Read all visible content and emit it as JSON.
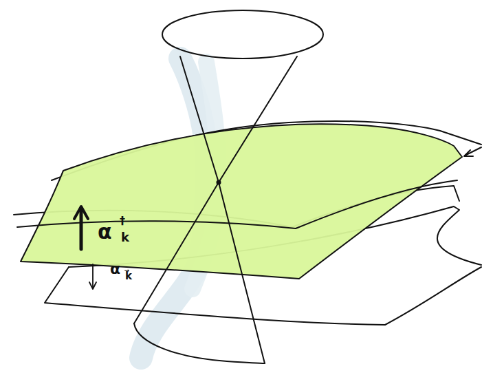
{
  "diagram": {
    "labels": [
      "α",
      "†",
      "k",
      "α",
      "k⃗"
    ]
  }
}
